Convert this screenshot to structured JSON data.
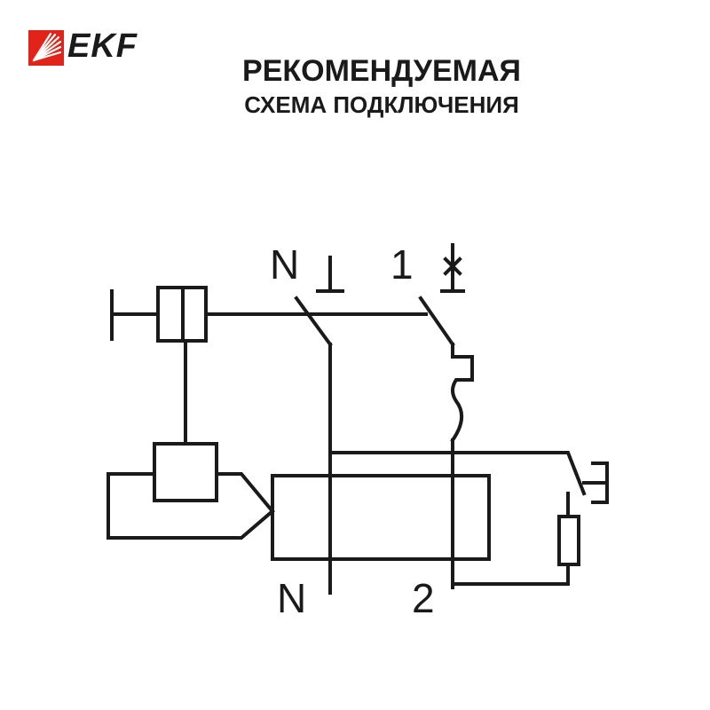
{
  "brand": {
    "name": "EKF",
    "logo_icon": "ekf-fan-logo-icon",
    "accent_color": "#e2231a"
  },
  "title": {
    "line1": "РЕКОМЕНДУЕМАЯ",
    "line2": "СХЕМА ПОДКЛЮЧЕНИЯ"
  },
  "diagram": {
    "terminal_top_neutral": "N",
    "terminal_top_phase": "1",
    "terminal_bottom_neutral": "N",
    "terminal_bottom_phase": "2",
    "line_color": "#1a1a1a"
  }
}
